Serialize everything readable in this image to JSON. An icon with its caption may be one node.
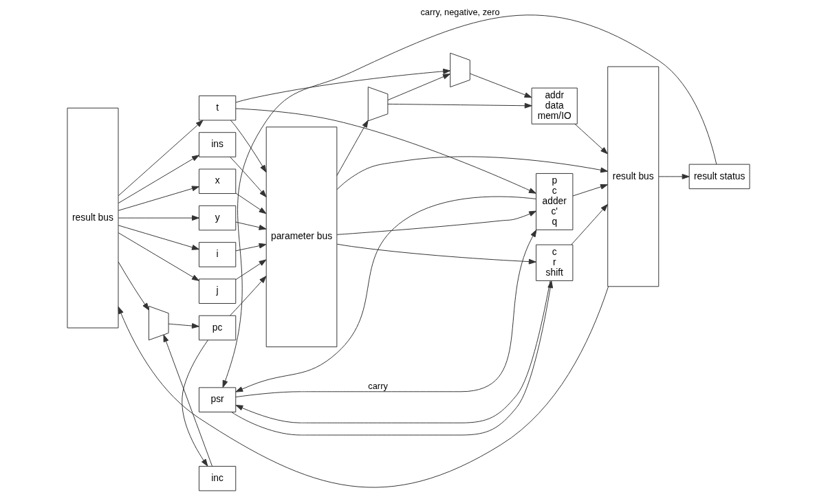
{
  "diagram": {
    "nodes": [
      {
        "text": [
          "result status"
        ]
      },
      {
        "text": [
          "psr"
        ]
      },
      {
        "text": [
          "result bus"
        ]
      },
      {
        "text": [
          "ins"
        ]
      },
      {
        "text": [
          "t"
        ]
      },
      {
        "text": [
          "x"
        ]
      },
      {
        "text": [
          "y"
        ]
      },
      {
        "text": [
          "i"
        ]
      },
      {
        "text": [
          "j"
        ]
      },
      {
        "text": [],
        "shape": "trapezoid"
      },
      {
        "text": [
          "pc"
        ]
      },
      {
        "text": [
          "inc"
        ]
      },
      {
        "text": [
          "parameter bus"
        ]
      },
      {
        "text": [
          "p",
          "c",
          "adder",
          "c'",
          "q"
        ]
      },
      {
        "text": [],
        "shape": "trapezoid"
      },
      {
        "text": [],
        "shape": "trapezoid"
      },
      {
        "text": [
          "addr",
          "data",
          "mem/IO"
        ]
      },
      {
        "text": [
          "c",
          "r",
          "shift"
        ]
      },
      {
        "text": [
          "result bus"
        ]
      }
    ],
    "edges": [
      {
        "from": 0,
        "to": 1,
        "arrow": "to",
        "label": "carry, negative, zero"
      },
      {
        "from": 1,
        "to": 13,
        "arrow": "to",
        "label": "carry"
      },
      {
        "from": 1,
        "to": 17,
        "arrow": "to"
      },
      {
        "from": 13,
        "to": 1,
        "arrow": "to"
      },
      {
        "from": 17,
        "to": 1,
        "arrow": "to"
      },
      {
        "from": 2,
        "to": 3,
        "arrow": "to"
      },
      {
        "from": 2,
        "to": 4,
        "arrow": "to"
      },
      {
        "from": 2,
        "to": 5,
        "arrow": "to"
      },
      {
        "from": 2,
        "to": 6,
        "arrow": "to"
      },
      {
        "from": 2,
        "to": 7,
        "arrow": "to"
      },
      {
        "from": 2,
        "to": 8,
        "arrow": "to"
      },
      {
        "from": 2,
        "to": 9,
        "arrow": "to"
      },
      {
        "from": 9,
        "to": 10,
        "arrow": "to"
      },
      {
        "from": 10,
        "to": 11,
        "arrow": "to"
      },
      {
        "from": 11,
        "to": 9,
        "arrow": "to"
      },
      {
        "from": 3,
        "to": 12,
        "arrow": "to"
      },
      {
        "from": 4,
        "to": 12,
        "arrow": "to"
      },
      {
        "from": 5,
        "to": 12,
        "arrow": "to"
      },
      {
        "from": 6,
        "to": 12,
        "arrow": "to"
      },
      {
        "from": 7,
        "to": 12,
        "arrow": "to"
      },
      {
        "from": 8,
        "to": 12,
        "arrow": "to"
      },
      {
        "from": 10,
        "to": 12,
        "arrow": "to"
      },
      {
        "from": 4,
        "to": 13,
        "arrow": "to"
      },
      {
        "from": 4,
        "to": 14,
        "arrow": "to"
      },
      {
        "from": 12,
        "to": 13,
        "arrow": "to"
      },
      {
        "from": 12,
        "to": 15,
        "arrow": "to"
      },
      {
        "from": 15,
        "to": 14,
        "arrow": "to"
      },
      {
        "from": 14,
        "to": 16,
        "arrow": "to"
      },
      {
        "from": 15,
        "to": 16,
        "arrow": "to"
      },
      {
        "from": 12,
        "to": 17,
        "arrow": "to"
      },
      {
        "from": 12,
        "to": 18,
        "arrow": "to"
      },
      {
        "from": 13,
        "to": 18,
        "arrow": "to"
      },
      {
        "from": 16,
        "to": 18,
        "arrow": "to"
      },
      {
        "from": 17,
        "to": 18,
        "arrow": "to"
      },
      {
        "from": 18,
        "to": 0,
        "arrow": "to"
      },
      {
        "from": 18,
        "to": 2,
        "arrow": "to"
      }
    ]
  }
}
